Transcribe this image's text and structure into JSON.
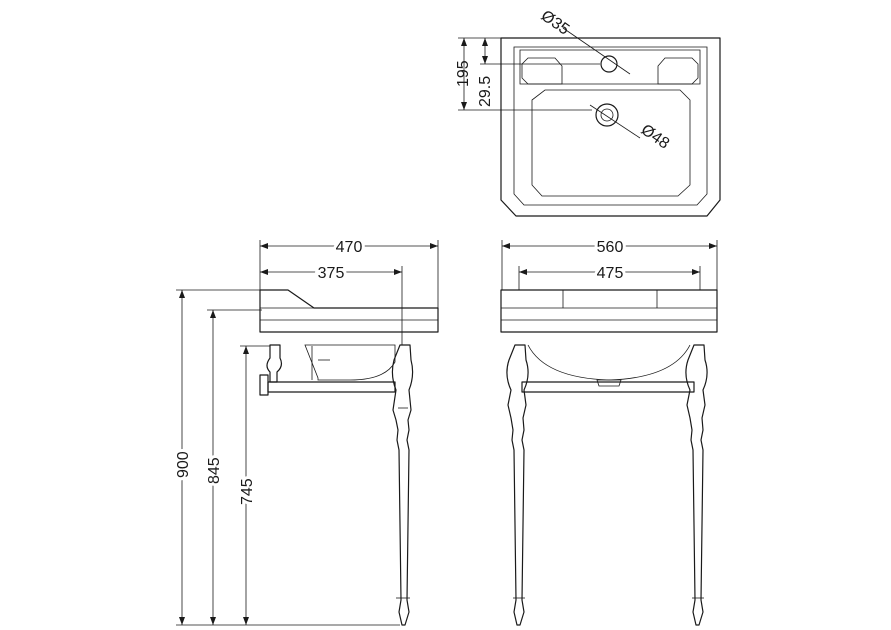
{
  "dimensions": {
    "hole_tap": "Ø35",
    "hole_waste": "Ø48",
    "top_depth": "195",
    "tap_offset": "29.5",
    "side_width_overall": "470",
    "side_width_inner": "375",
    "front_width_overall": "560",
    "front_width_inner": "475",
    "height_overall": "900",
    "height_rim": "845",
    "height_rail": "745"
  }
}
